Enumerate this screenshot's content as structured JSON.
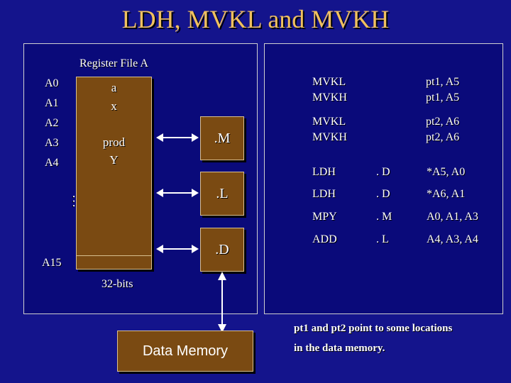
{
  "title": "LDH, MVKL and MVKH",
  "register_file": {
    "caption": "Register File A",
    "labels": [
      "A0",
      "A1",
      "A2",
      "A3",
      "A4",
      "A15"
    ],
    "cells": [
      "a",
      "x",
      "prod",
      "Y"
    ],
    "ellipsis": "...",
    "width_label": "32-bits"
  },
  "units": [
    ".M",
    ".L",
    ".D"
  ],
  "memory_label": "Data Memory",
  "mv_instructions": [
    {
      "op": "MVKL",
      "args": "pt1, A5"
    },
    {
      "op": "MVKH",
      "args": "pt1, A5"
    },
    {
      "op": "MVKL",
      "args": "pt2, A6"
    },
    {
      "op": "MVKH",
      "args": "pt2, A6"
    }
  ],
  "instructions": [
    {
      "op": "LDH",
      "unit": ". D",
      "args": "*A5, A0"
    },
    {
      "op": "LDH",
      "unit": ". D",
      "args": "*A6, A1"
    },
    {
      "op": "MPY",
      "unit": ". M",
      "args": "A0, A1, A3"
    },
    {
      "op": "ADD",
      "unit": ". L",
      "args": "A4, A3, A4"
    }
  ],
  "note": {
    "line1": "pt1 and pt2 point to some locations",
    "line2": "in the data memory."
  }
}
